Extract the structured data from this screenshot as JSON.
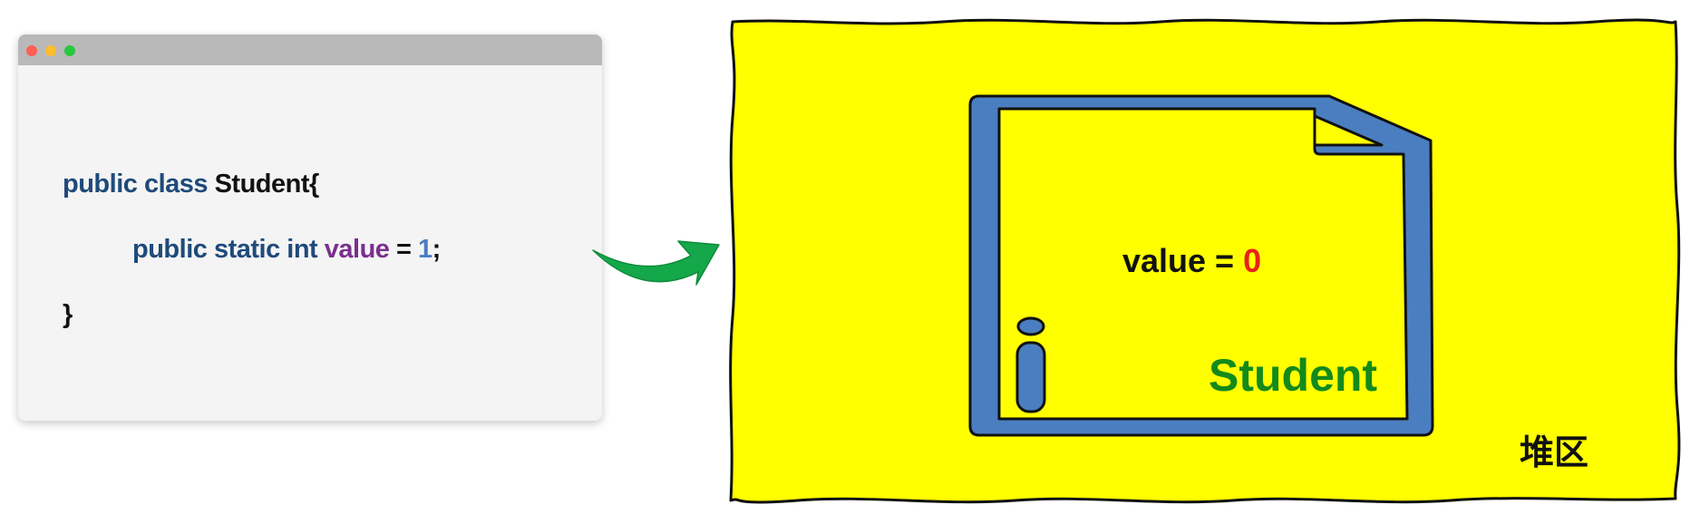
{
  "code": {
    "line1": {
      "kw": "public class ",
      "name": "Student{"
    },
    "line2": {
      "kw": "public static int ",
      "ident": "value",
      "eq": " = ",
      "num": "1",
      "semi": ";"
    },
    "line3": {
      "close": "}"
    }
  },
  "heap": {
    "label": "堆区",
    "object": {
      "value_prefix": "value = ",
      "value": "0",
      "class_name": "Student"
    }
  },
  "colors": {
    "heap_fill": "#ffff00",
    "object_border": "#4a7ec0",
    "arrow": "#14a84a",
    "keyword": "#1f4a7a",
    "identifier": "#7b2f8e",
    "number": "#4a7ec0",
    "zero_value": "#e8211a",
    "class_label": "#138a1b"
  }
}
